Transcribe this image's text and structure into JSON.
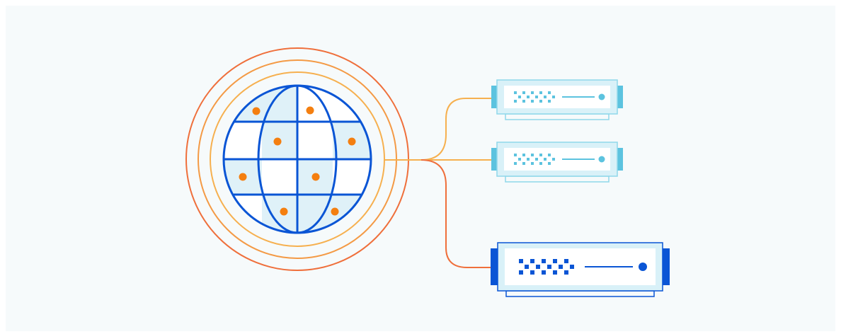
{
  "diagram": {
    "subject": "globe-connected-to-servers",
    "colors": {
      "background": "#f6fafb",
      "globe_stroke": "#0a55d5",
      "globe_fill_light": "#dff1f8",
      "dot_orange": "#f47f10",
      "ring_outer": "#ef6f3b",
      "ring_middle": "#f49a45",
      "ring_inner": "#f6b04f",
      "wire_top": "#f6b04f",
      "wire_middle": "#f6b04f",
      "wire_bottom": "#ef6f3b",
      "server_light_frame": "#8fd7ea",
      "server_light_fill": "#d9f1f8",
      "server_light_accent": "#5cc3df",
      "server_dark_frame": "#0a55d5",
      "server_dark_fill": "#d9f1f8",
      "server_dark_accent": "#0a55d5"
    },
    "nodes": [
      {
        "id": "globe",
        "icon": "globe-icon",
        "status_dots": 8
      },
      {
        "id": "server-top",
        "icon": "server-icon",
        "variant": "light"
      },
      {
        "id": "server-middle",
        "icon": "server-icon",
        "variant": "light"
      },
      {
        "id": "server-bottom",
        "icon": "server-icon",
        "variant": "dark"
      }
    ],
    "edges": [
      {
        "from": "globe",
        "to": "server-top"
      },
      {
        "from": "globe",
        "to": "server-middle"
      },
      {
        "from": "globe",
        "to": "server-bottom"
      }
    ]
  }
}
